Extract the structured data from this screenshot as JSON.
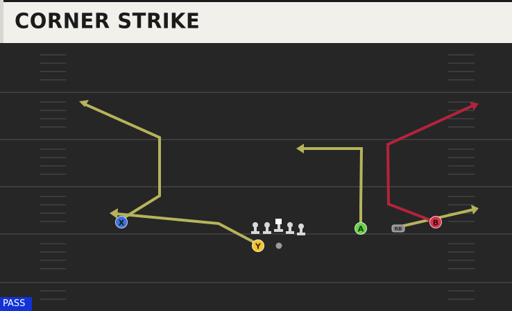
{
  "play": {
    "name": "CORNER STRIKE",
    "type_badge": "PASS"
  },
  "colors": {
    "title_bg": "#f1f0eb",
    "field": "#262626",
    "yard_line": "#3d3d3d",
    "route_default": "#b6b35c",
    "route_primary": "#b4233c",
    "badge": "#1232d6"
  },
  "players": [
    {
      "id": "X",
      "label": "X",
      "color": "#3f73d4",
      "text_color": "#0d1a33"
    },
    {
      "id": "Y",
      "label": "Y",
      "color": "#f1c232",
      "text_color": "#3a2a00"
    },
    {
      "id": "A",
      "label": "A",
      "color": "#6bd14d",
      "text_color": "#163a0c"
    },
    {
      "id": "B",
      "label": "B",
      "color": "#d9344b",
      "text_color": "#3a0a12"
    },
    {
      "id": "RB",
      "label": "RB",
      "color": "#8c8c8c",
      "text_color": "#2a2a2a"
    }
  ],
  "line": {
    "blockers": 5,
    "center_icon": "center-lineman-icon",
    "lineman_icon": "lineman-icon",
    "qb_icon": "quarterback-dot-icon"
  }
}
